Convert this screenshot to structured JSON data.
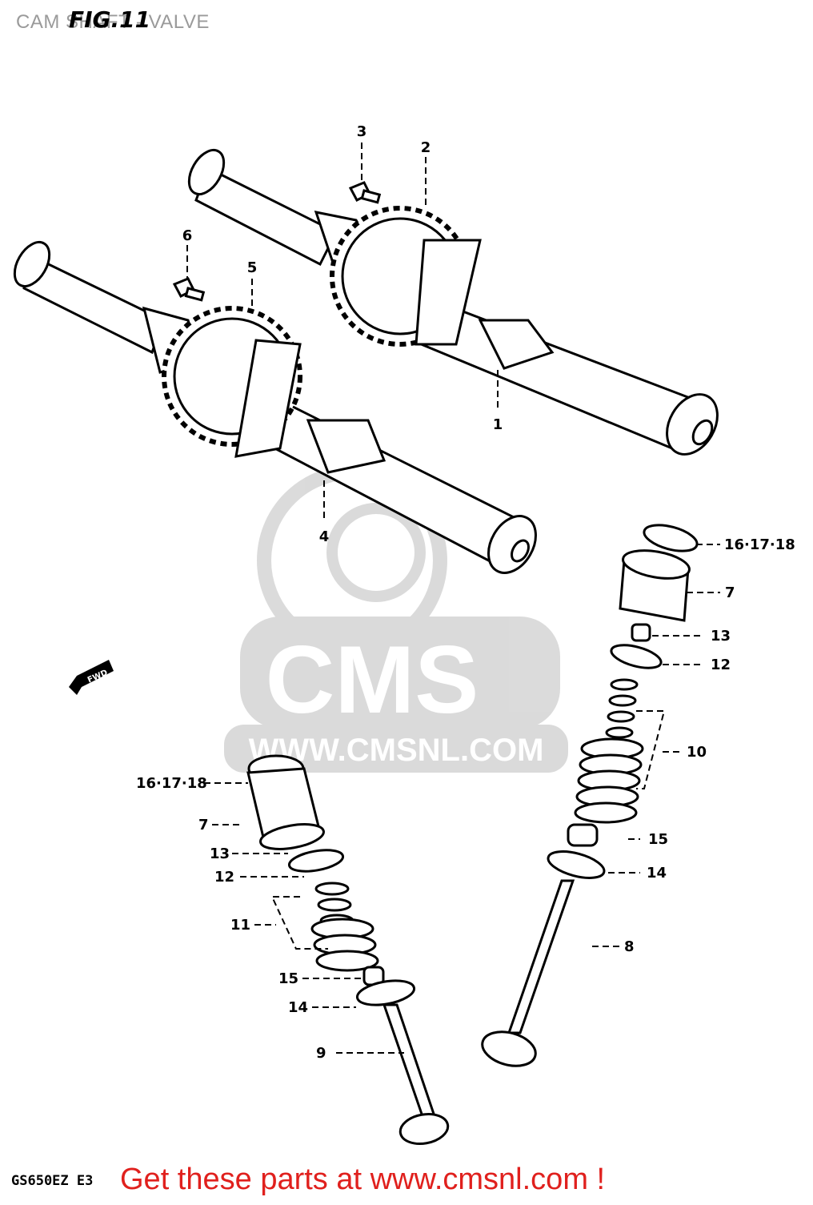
{
  "header": {
    "title": "CAM SHAFT - VALVE",
    "figure": "FIG.11"
  },
  "watermark": {
    "brand": "CMS",
    "url": "WWW.CMSNL.COM"
  },
  "footer": {
    "model_code": "GS650EZ E3",
    "link_text": "Get these parts at www.cmsnl.com !"
  },
  "direction_marker": "FWD",
  "callouts": [
    {
      "id": "c1",
      "text": "1"
    },
    {
      "id": "c2",
      "text": "2"
    },
    {
      "id": "c3",
      "text": "3"
    },
    {
      "id": "c4",
      "text": "4"
    },
    {
      "id": "c5",
      "text": "5"
    },
    {
      "id": "c6",
      "text": "6"
    },
    {
      "id": "c7r",
      "text": "7"
    },
    {
      "id": "c7l",
      "text": "7"
    },
    {
      "id": "c8",
      "text": "8"
    },
    {
      "id": "c9",
      "text": "9"
    },
    {
      "id": "c10",
      "text": "10"
    },
    {
      "id": "c11",
      "text": "11"
    },
    {
      "id": "c12r",
      "text": "12"
    },
    {
      "id": "c12l",
      "text": "12"
    },
    {
      "id": "c13r",
      "text": "13"
    },
    {
      "id": "c13l",
      "text": "13"
    },
    {
      "id": "c14r",
      "text": "14"
    },
    {
      "id": "c14l",
      "text": "14"
    },
    {
      "id": "c15r",
      "text": "15"
    },
    {
      "id": "c15l",
      "text": "15"
    },
    {
      "id": "c16r",
      "text": "16·17·18"
    },
    {
      "id": "c16l",
      "text": "16·17·18"
    }
  ]
}
